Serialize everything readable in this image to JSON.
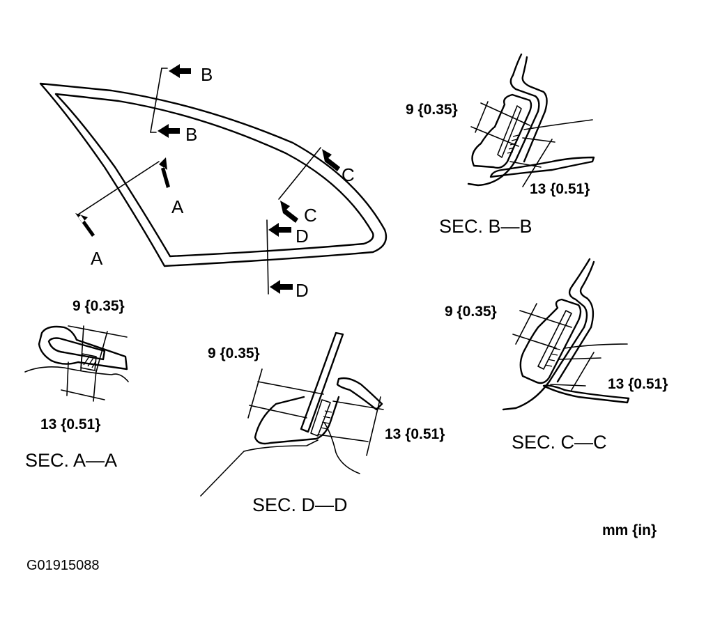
{
  "overview": {
    "cut_labels": {
      "A_left": "A",
      "A_right": "A",
      "B_top": "B",
      "B_bottom": "B",
      "C_top": "C",
      "C_bottom": "C",
      "D_top": "D",
      "D_bottom": "D"
    }
  },
  "sections": {
    "A": {
      "title": "SEC. A—A",
      "dim_upper": "9 {0.35}",
      "dim_lower": "13 {0.51}"
    },
    "B": {
      "title": "SEC. B—B",
      "dim_upper": "9 {0.35}",
      "dim_lower": "13 {0.51}"
    },
    "C": {
      "title": "SEC. C—C",
      "dim_upper": "9 {0.35}",
      "dim_lower": "13 {0.51}"
    },
    "D": {
      "title": "SEC. D—D",
      "dim_upper": "9 {0.35}",
      "dim_lower": "13 {0.51}"
    }
  },
  "units_label": "mm {in}",
  "figure_code": "G01915088"
}
